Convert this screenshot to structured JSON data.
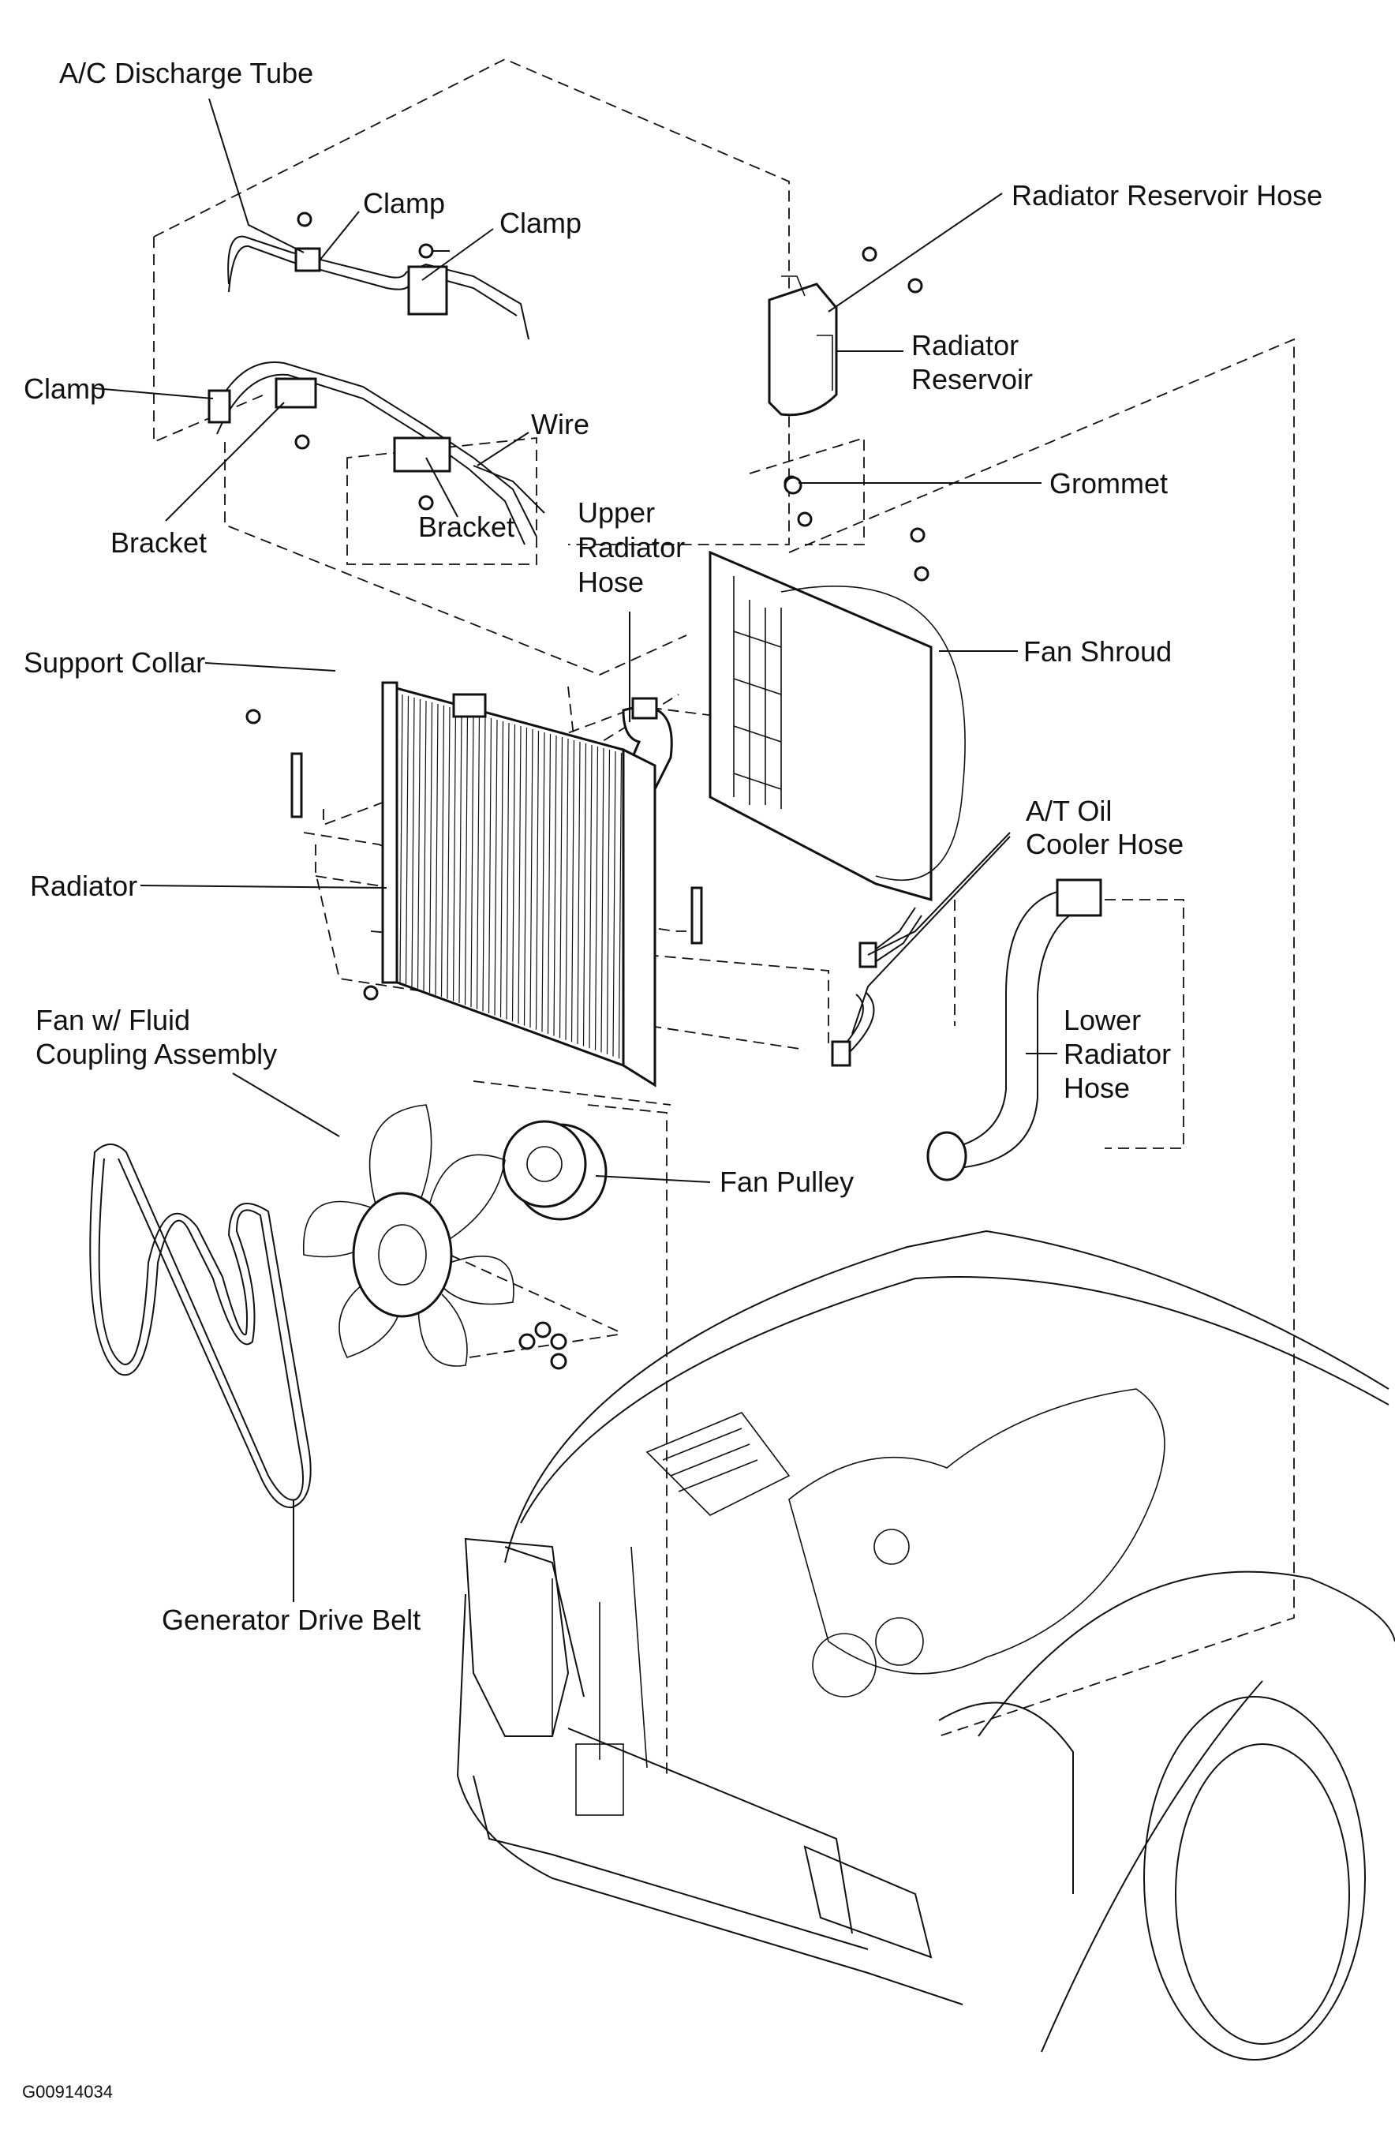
{
  "labels": {
    "ac_discharge_tube": "A/C Discharge Tube",
    "clamp_1": "Clamp",
    "clamp_2": "Clamp",
    "clamp_3": "Clamp",
    "bracket_1": "Bracket",
    "bracket_2": "Bracket",
    "wire": "Wire",
    "radiator_reservoir_hose": "Radiator Reservoir Hose",
    "radiator_reservoir_l1": "Radiator",
    "radiator_reservoir_l2": "Reservoir",
    "grommet": "Grommet",
    "upper_radiator_hose_l1": "Upper",
    "upper_radiator_hose_l2": "Radiator",
    "upper_radiator_hose_l3": "Hose",
    "fan_shroud": "Fan Shroud",
    "support_collar": "Support Collar",
    "radiator": "Radiator",
    "at_oil_cooler_hose_l1": "A/T Oil",
    "at_oil_cooler_hose_l2": "Cooler Hose",
    "lower_radiator_hose_l1": "Lower",
    "lower_radiator_hose_l2": "Radiator",
    "lower_radiator_hose_l3": "Hose",
    "fan_fluid_coupling_l1": "Fan w/ Fluid",
    "fan_fluid_coupling_l2": "Coupling Assembly",
    "fan_pulley": "Fan Pulley",
    "generator_drive_belt": "Generator Drive Belt"
  },
  "figure_code": "G00914034"
}
